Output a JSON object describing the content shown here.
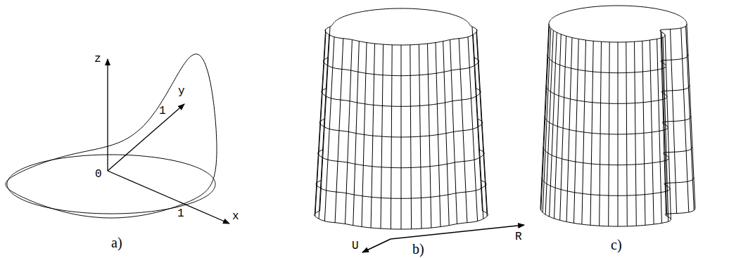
{
  "diagram": {
    "labels": [
      "z",
      "y",
      "1",
      "0",
      "1",
      "x",
      "R",
      "U",
      "a)",
      "b)",
      "c)"
    ]
  }
}
